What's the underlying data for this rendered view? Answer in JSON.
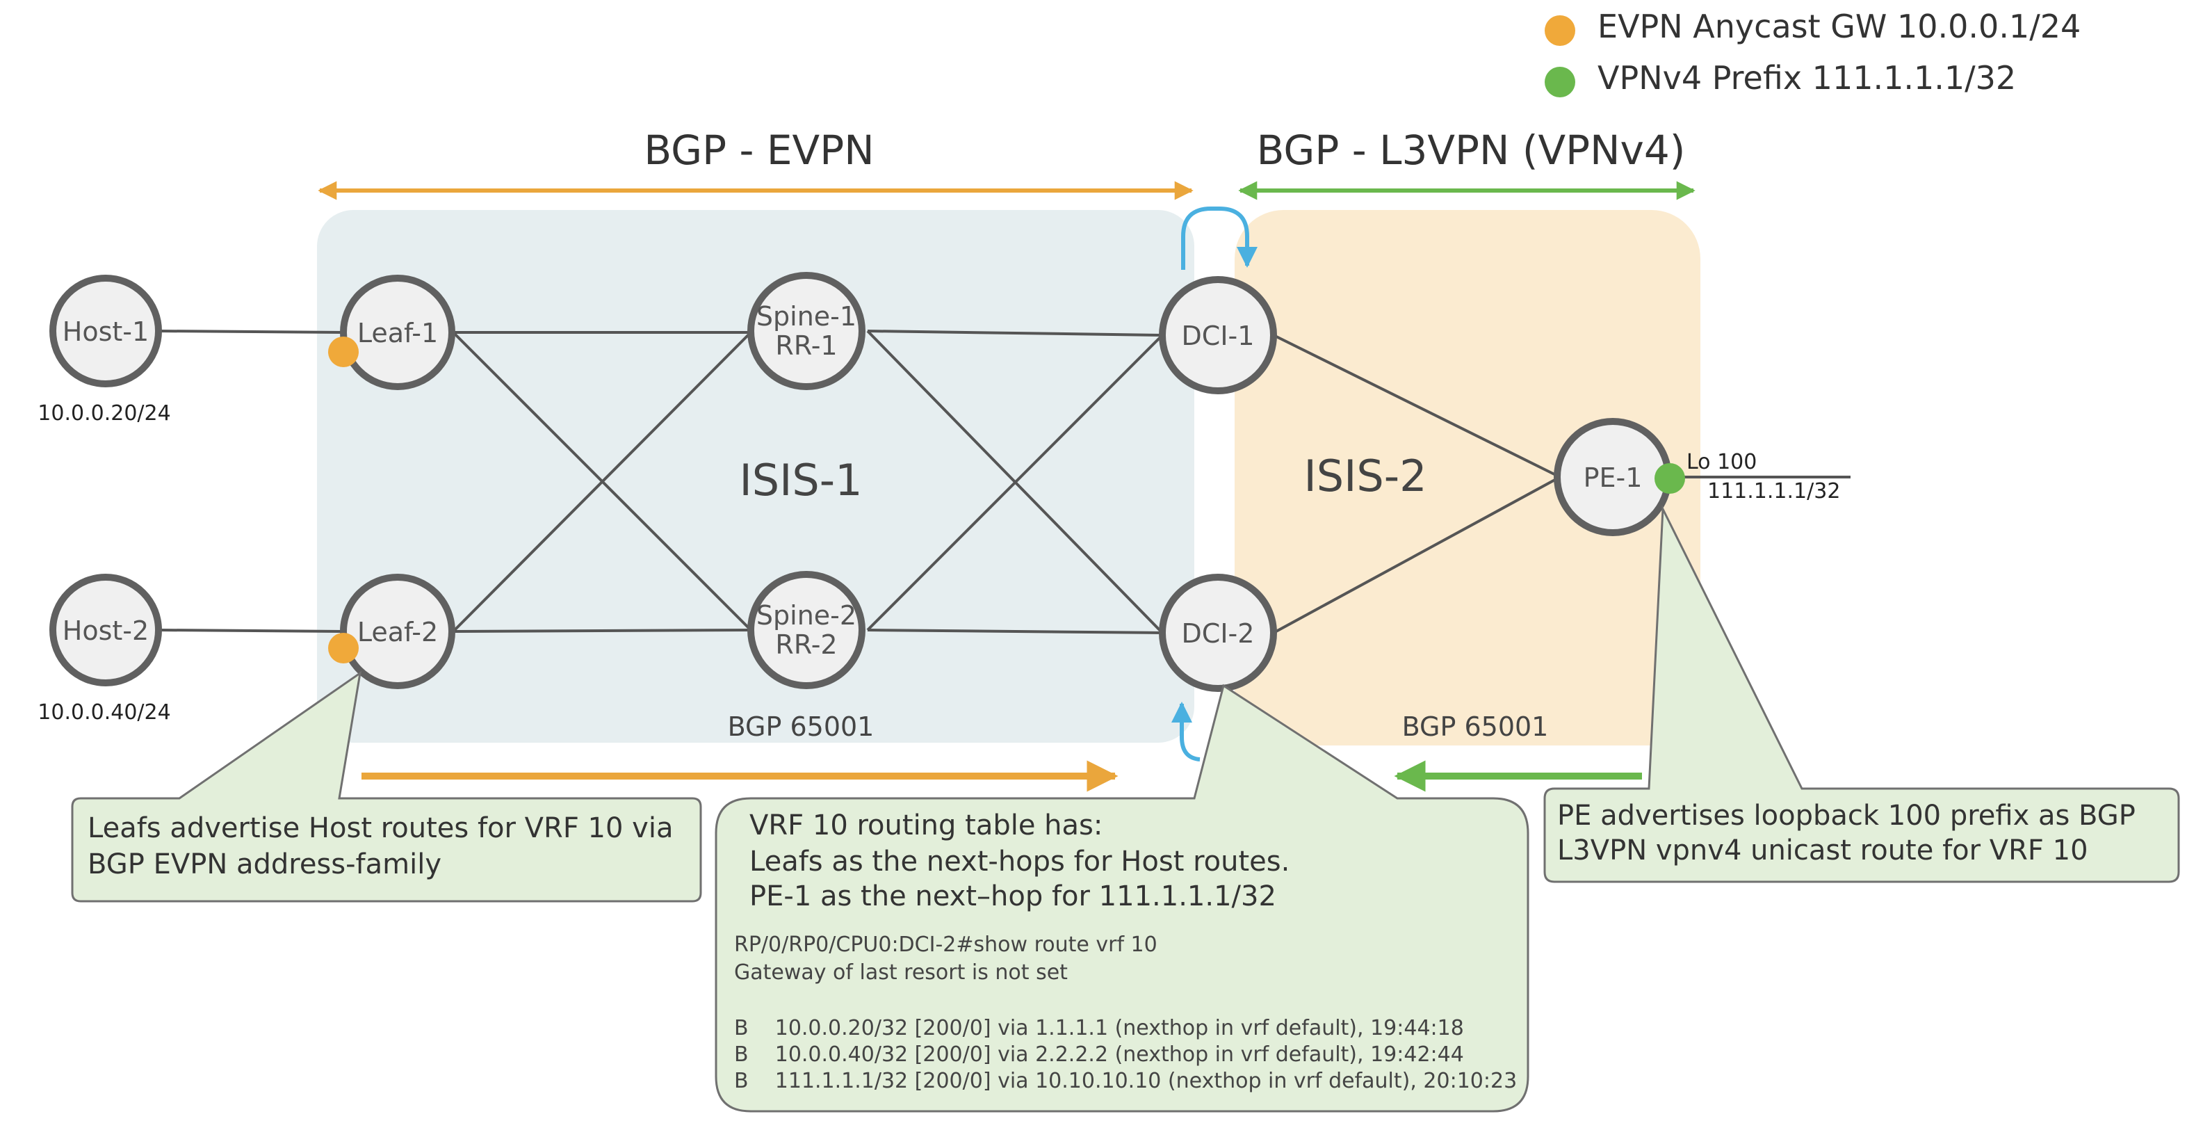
{
  "legend": [
    {
      "label": "EVPN Anycast GW 10.0.0.1/24",
      "color": "#f0a93a"
    },
    {
      "label": "VPNv4 Prefix 111.1.1.1/32",
      "color": "#6ab84d"
    }
  ],
  "titles": {
    "evpn": "BGP - EVPN",
    "l3vpn": "BGP - L3VPN (VPNv4)"
  },
  "regions": {
    "isis1": "ISIS-1",
    "isis2": "ISIS-2",
    "bgp_left": "BGP 65001",
    "bgp_right": "BGP 65001"
  },
  "nodes": {
    "host1": "Host-1",
    "host2": "Host-2",
    "leaf1": "Leaf-1",
    "leaf2": "Leaf-2",
    "spine1_a": "Spine-1",
    "spine1_b": "RR-1",
    "spine2_a": "Spine-2",
    "spine2_b": "RR-2",
    "dci1": "DCI-1",
    "dci2": "DCI-2",
    "pe1": "PE-1"
  },
  "addresses": {
    "host1": "10.0.0.20/24",
    "host2": "10.0.0.40/24",
    "lo_name": "Lo 100",
    "lo_ip": "111.1.1.1/32"
  },
  "callouts": {
    "leafs": [
      "Leafs advertise Host routes for VRF 10 via",
      "BGP EVPN address-family"
    ],
    "pe": [
      "PE advertises loopback 100 prefix as BGP",
      "L3VPN vpnv4 unicast route for VRF 10"
    ],
    "vrf": [
      "VRF 10 routing table has:",
      "Leafs as the next-hops for Host routes.",
      "PE-1 as the next–hop for 111.1.1.1/32"
    ],
    "cli": [
      "RP/0/RP0/CPU0:DCI-2#show route vrf 10",
      "Gateway of last resort is not set",
      "",
      "B    10.0.0.20/32 [200/0] via 1.1.1.1 (nexthop in vrf default), 19:44:18",
      "B    10.0.0.40/32 [200/0] via 2.2.2.2 (nexthop in vrf default), 19:42:44",
      "B    111.1.1.1/32 [200/0] via 10.10.10.10 (nexthop in vrf default), 20:10:23"
    ]
  },
  "colors": {
    "evpn_orange": "#eaa63c",
    "l3vpn_green": "#6ab84d",
    "loop_blue": "#4ab0e0",
    "isis1_fill": "#e6eef0",
    "isis2_fill": "#fbebd0",
    "callout_fill": "#e3efda"
  }
}
